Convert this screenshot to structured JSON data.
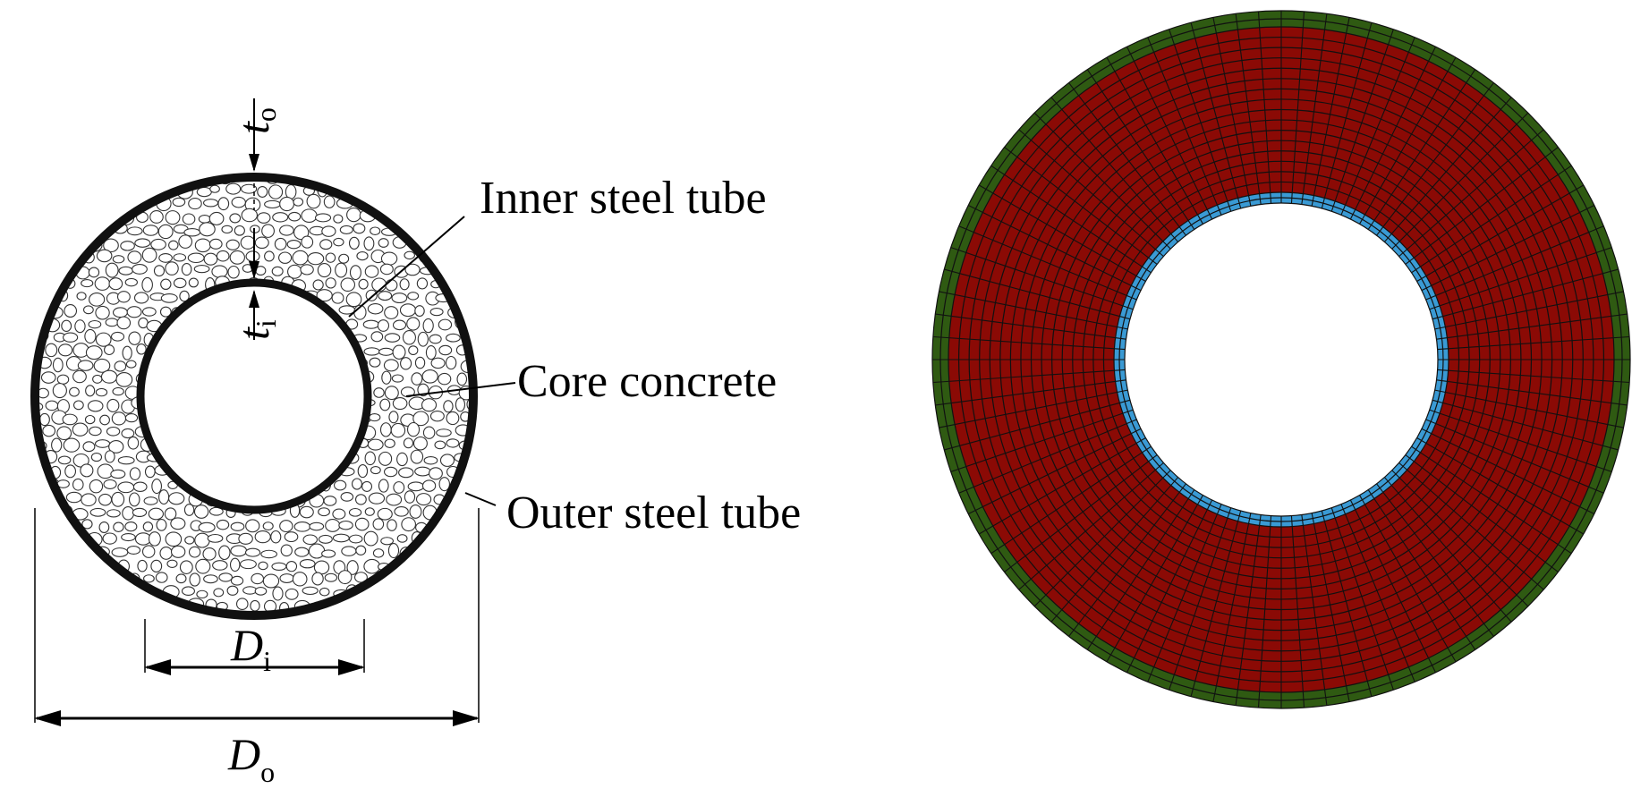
{
  "cross_section": {
    "labels": {
      "inner_tube": "Inner steel tube",
      "core": "Core concrete",
      "outer_tube": "Outer steel tube"
    },
    "symbols": {
      "t_outer": {
        "main": "t",
        "sub": "o"
      },
      "t_inner": {
        "main": "t",
        "sub": "i"
      },
      "D_inner": {
        "main": "D",
        "sub": "i"
      },
      "D_outer": {
        "main": "D",
        "sub": "o"
      }
    }
  },
  "fe_mesh": {
    "colors": {
      "outer_tube": "#2f5a12",
      "concrete": "#8b0a05",
      "inner_tube": "#3a9ad4",
      "edge": "#111111"
    },
    "radial_divisions": 96,
    "concrete_layers": 16,
    "tube_layers": 2
  }
}
